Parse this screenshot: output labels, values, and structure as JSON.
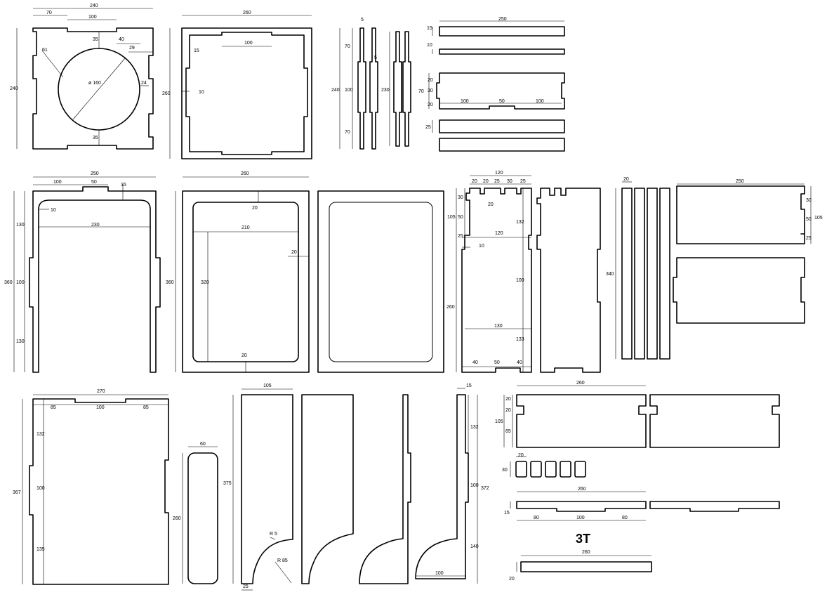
{
  "drawing": {
    "title_mark": "3T",
    "dims": {
      "a": [
        "240",
        "70",
        "100",
        "40",
        "35",
        "61",
        "29",
        "ø 160",
        "24",
        "240",
        "35"
      ],
      "b": [
        "260",
        "100",
        "15",
        "260",
        "10"
      ],
      "c": [
        "5",
        "5",
        "70",
        "240",
        "100",
        "70",
        "230"
      ],
      "d": [
        "250",
        "15",
        "10",
        "70",
        "20",
        "30",
        "20",
        "100",
        "50",
        "100",
        "25"
      ],
      "e": [
        "250",
        "100",
        "50",
        "15",
        "10",
        "130",
        "230",
        "360",
        "100",
        "130"
      ],
      "f": [
        "260",
        "20",
        "210",
        "20",
        "360",
        "320",
        "20"
      ],
      "g": [
        "120",
        "20",
        "20",
        "25",
        "30",
        "25",
        "30",
        "20",
        "105",
        "50",
        "25",
        "10",
        "120",
        "132",
        "260",
        "100",
        "130",
        "133",
        "40",
        "50",
        "40"
      ],
      "h": [
        "340",
        "20",
        "250",
        "30",
        "105",
        "50",
        "25"
      ],
      "i": [
        "270",
        "85",
        "100",
        "85",
        "132",
        "367",
        "100",
        "135"
      ],
      "j": [
        "60",
        "260"
      ],
      "k": [
        "105",
        "375",
        "R 5",
        "R 85",
        "25"
      ],
      "l": [
        "15",
        "132",
        "372",
        "100",
        "140",
        "100"
      ],
      "m": [
        "260",
        "20",
        "20",
        "105",
        "65",
        "30",
        "20",
        "260",
        "15",
        "80",
        "100",
        "80",
        "260",
        "20"
      ]
    }
  }
}
